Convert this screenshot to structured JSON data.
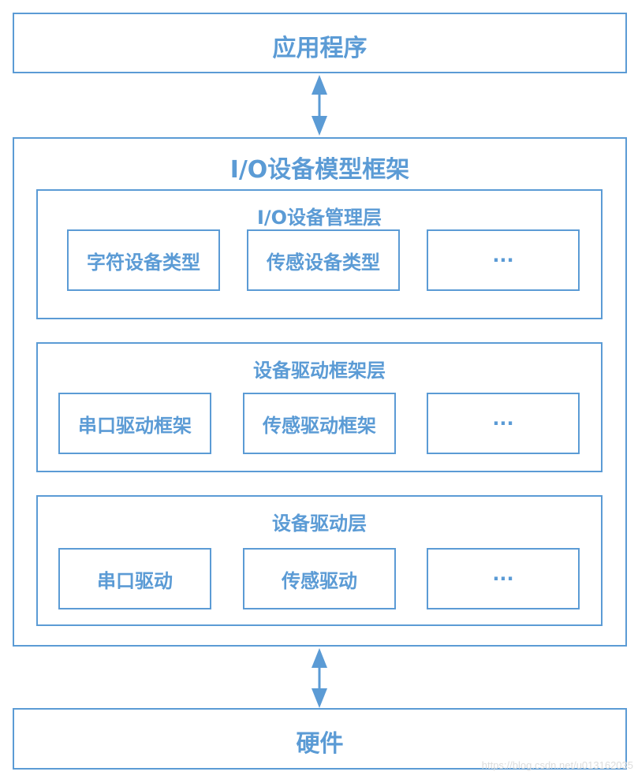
{
  "app": {
    "title": "应用程序"
  },
  "framework": {
    "title": "I/O设备模型框架",
    "management_layer": {
      "title": "I/O设备管理层",
      "items": [
        "字符设备类型",
        "传感设备类型",
        "···"
      ]
    },
    "driver_framework_layer": {
      "title": "设备驱动框架层",
      "items": [
        "串口驱动框架",
        "传感驱动框架",
        "···"
      ]
    },
    "driver_layer": {
      "title": "设备驱动层",
      "items": [
        "串口驱动",
        "传感驱动",
        "···"
      ]
    }
  },
  "hardware": {
    "title": "硬件"
  },
  "watermark": "https://blog.csdn.net/u013162035",
  "colors": {
    "accent": "#5b9bd5"
  }
}
